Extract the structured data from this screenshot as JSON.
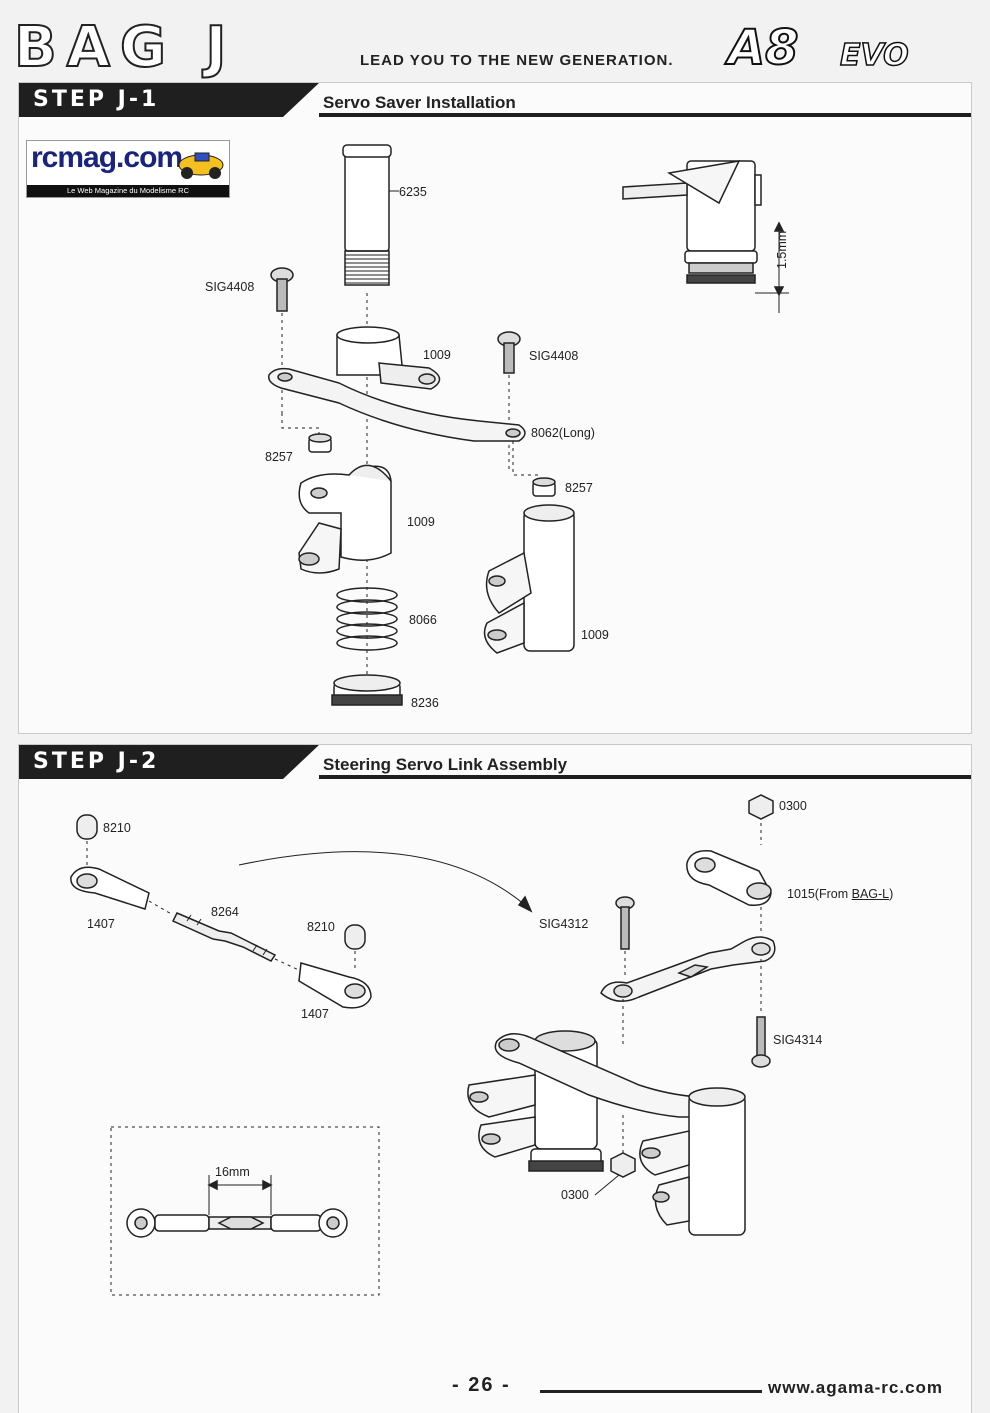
{
  "header": {
    "bag": "BAG J",
    "tagline": "LEAD YOU TO THE NEW GENERATION.",
    "logo_main": "A8",
    "logo_sub": "EVO"
  },
  "watermark": {
    "site": "rcmag.com",
    "tagline": "Le Web Magazine du Modelisme RC"
  },
  "step1": {
    "label": "STEP J-1",
    "title": "Servo Saver Installation",
    "parts": {
      "p6235": "6235",
      "sig4408_left": "SIG4408",
      "sig4408_right": "SIG4408",
      "p1009_top": "1009",
      "p8062": "8062(Long)",
      "p8257_left": "8257",
      "p8257_right": "8257",
      "p1009_mid": "1009",
      "p1009_right": "1009",
      "p8066": "8066",
      "p8236": "8236"
    },
    "dimension": "1.5mm"
  },
  "step2": {
    "label": "STEP J-2",
    "title": "Steering Servo Link Assembly",
    "parts": {
      "p8210_left": "8210",
      "p1407_left": "1407",
      "p8264": "8264",
      "p8210_mid": "8210",
      "p1407_mid": "1407",
      "p0300_top": "0300",
      "p1015_prefix": "1015(From ",
      "p1015_link": "BAG-L",
      "p1015_suffix": ")",
      "sig4312": "SIG4312",
      "sig4314": "SIG4314",
      "p0300_bottom": "0300"
    },
    "dimension": "16mm"
  },
  "footer": {
    "page": "- 26 -",
    "website": "www.agama-rc.com"
  }
}
